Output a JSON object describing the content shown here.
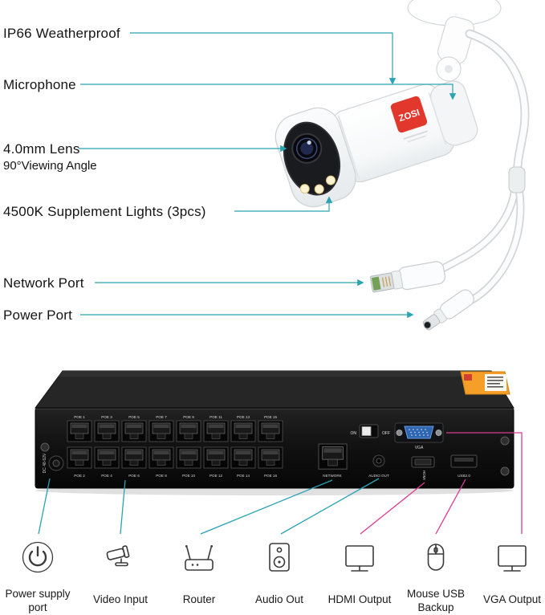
{
  "colors": {
    "teal": "#2BA3B2",
    "magenta": "#DA3B92",
    "brand_red": "#E2372C"
  },
  "camera_section": {
    "brand_logo": "ZOSI",
    "labels": {
      "weatherproof": "IP66 Weatherproof",
      "microphone": "Microphone",
      "lens": "4.0mm Lens",
      "lens_sub": "90°Viewing Angle",
      "lights": "4500K Supplement Lights (3pcs)",
      "network_port": "Network Port",
      "power_port": "Power Port"
    }
  },
  "nvr_section": {
    "poe_top": [
      "POE 1",
      "POE 3",
      "POE 5",
      "POE 7",
      "POE 9",
      "POE 11",
      "POE 13",
      "POE 15"
    ],
    "poe_bottom": [
      "POE 2",
      "POE 4",
      "POE 6",
      "POE 8",
      "POE 10",
      "POE 12",
      "POE 14",
      "POE 16"
    ],
    "network": "NETWORK",
    "audio": "AUDIO OUT",
    "hdmi": "HDMI",
    "usb": "USB2.0",
    "vga": "VGA",
    "switch_on": "ON",
    "switch_off": "OFF",
    "dc": "DC 48-52V"
  },
  "legend": {
    "items": [
      {
        "label": "Power supply port"
      },
      {
        "label": "Video Input"
      },
      {
        "label": "Router"
      },
      {
        "label": "Audio Out"
      },
      {
        "label": "HDMI Output"
      },
      {
        "label": "Mouse USB Backup"
      },
      {
        "label": "VGA Output"
      }
    ]
  }
}
